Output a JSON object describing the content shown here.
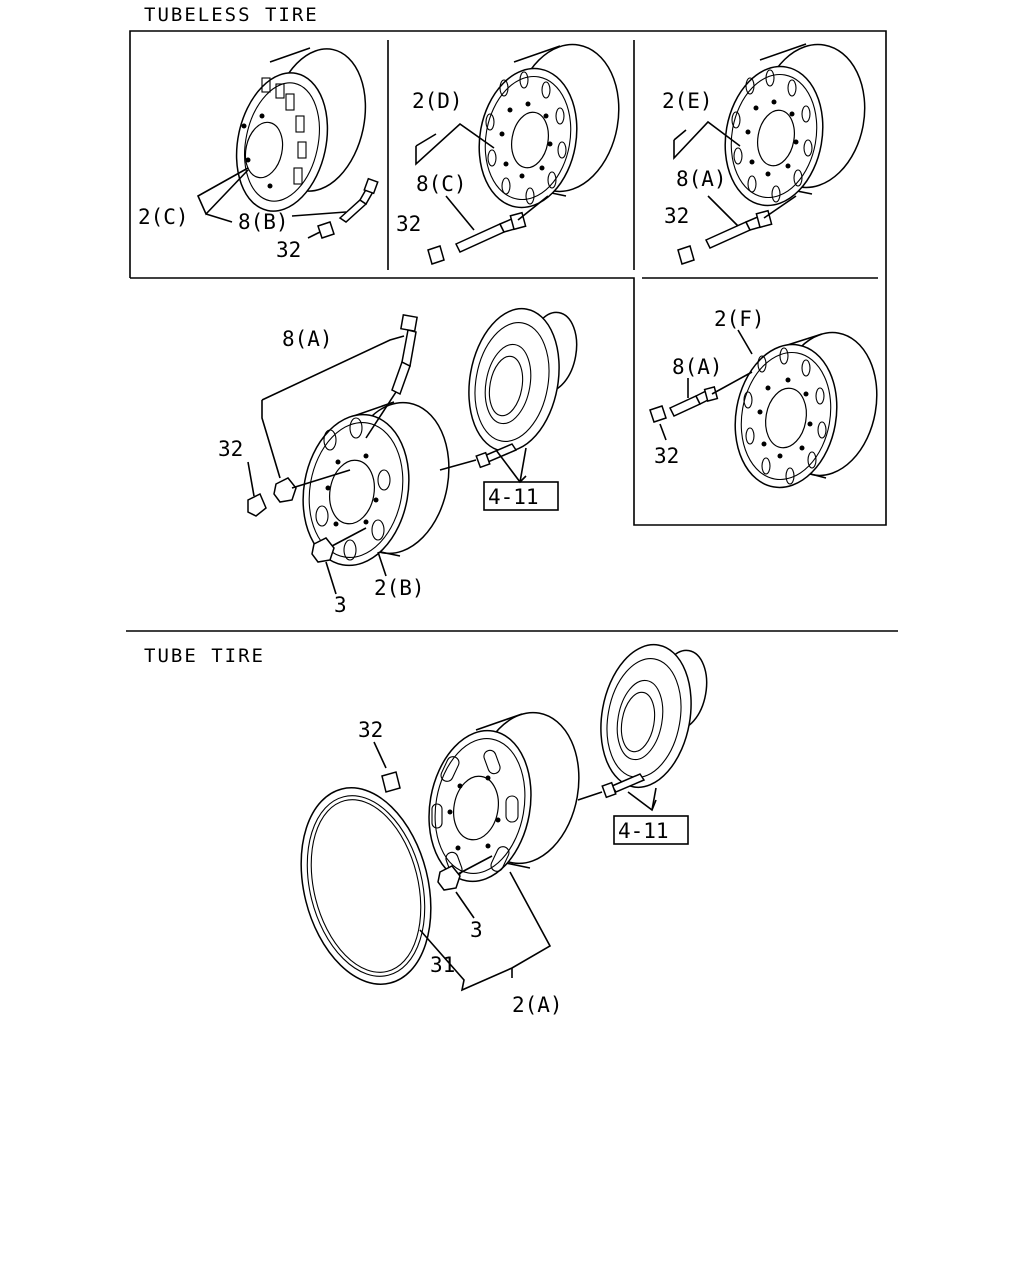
{
  "sections": {
    "tubeless_title": "TUBELESS TIRE",
    "tube_title": "TUBE TIRE"
  },
  "callouts": {
    "c_2C": "2(C)",
    "c_8B": "8(B)",
    "c_32_a": "32",
    "c_2D": "2(D)",
    "c_8C": "8(C)",
    "c_32_b": "32",
    "c_2E": "2(E)",
    "c_8A_e": "8(A)",
    "c_32_c": "32",
    "c_8A_main": "8(A)",
    "c_32_main": "32",
    "c_ref_main": "4-11",
    "c_3_main": "3",
    "c_2B": "2(B)",
    "c_2F": "2(F)",
    "c_8A_f": "8(A)",
    "c_32_f": "32",
    "c_32_tube": "32",
    "c_ref_tube": "4-11",
    "c_3_tube": "3",
    "c_31": "31",
    "c_2A": "2(A)"
  }
}
